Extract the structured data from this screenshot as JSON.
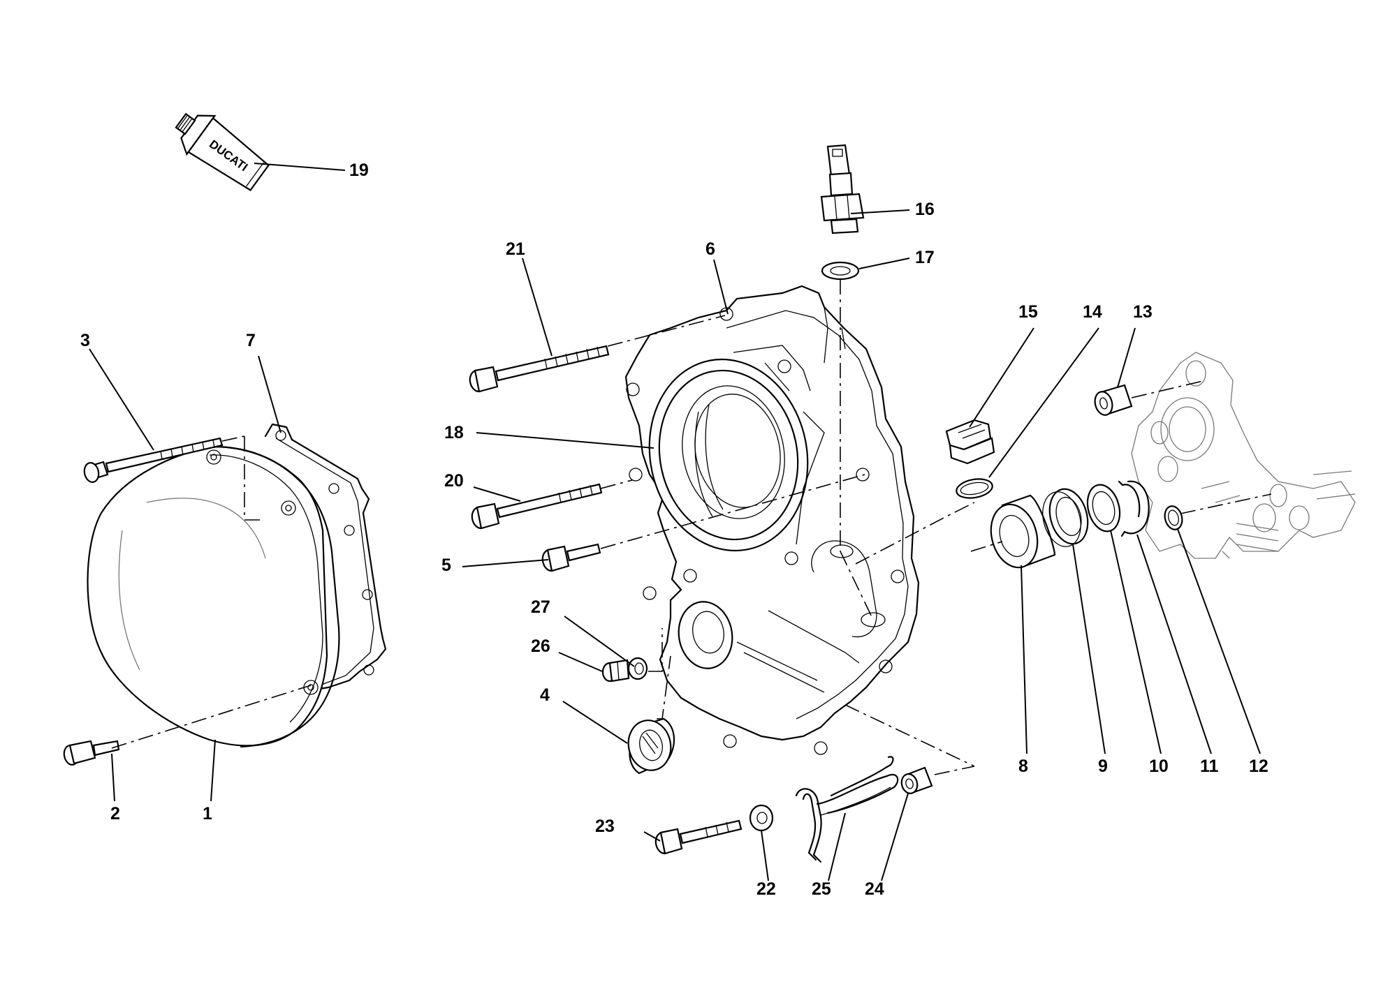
{
  "tube_label": "DUCATI",
  "callouts": [
    {
      "id": "1",
      "label": "1"
    },
    {
      "id": "2",
      "label": "2"
    },
    {
      "id": "3",
      "label": "3"
    },
    {
      "id": "4",
      "label": "4"
    },
    {
      "id": "5",
      "label": "5"
    },
    {
      "id": "6",
      "label": "6"
    },
    {
      "id": "7",
      "label": "7"
    },
    {
      "id": "8",
      "label": "8"
    },
    {
      "id": "9",
      "label": "9"
    },
    {
      "id": "10",
      "label": "10"
    },
    {
      "id": "11",
      "label": "11"
    },
    {
      "id": "12",
      "label": "12"
    },
    {
      "id": "13",
      "label": "13"
    },
    {
      "id": "14",
      "label": "14"
    },
    {
      "id": "15",
      "label": "15"
    },
    {
      "id": "16",
      "label": "16"
    },
    {
      "id": "17",
      "label": "17"
    },
    {
      "id": "18",
      "label": "18"
    },
    {
      "id": "19",
      "label": "19"
    },
    {
      "id": "20",
      "label": "20"
    },
    {
      "id": "21",
      "label": "21"
    },
    {
      "id": "22",
      "label": "22"
    },
    {
      "id": "23",
      "label": "23"
    },
    {
      "id": "24",
      "label": "24"
    },
    {
      "id": "25",
      "label": "25"
    },
    {
      "id": "26",
      "label": "26"
    },
    {
      "id": "27",
      "label": "27"
    }
  ]
}
